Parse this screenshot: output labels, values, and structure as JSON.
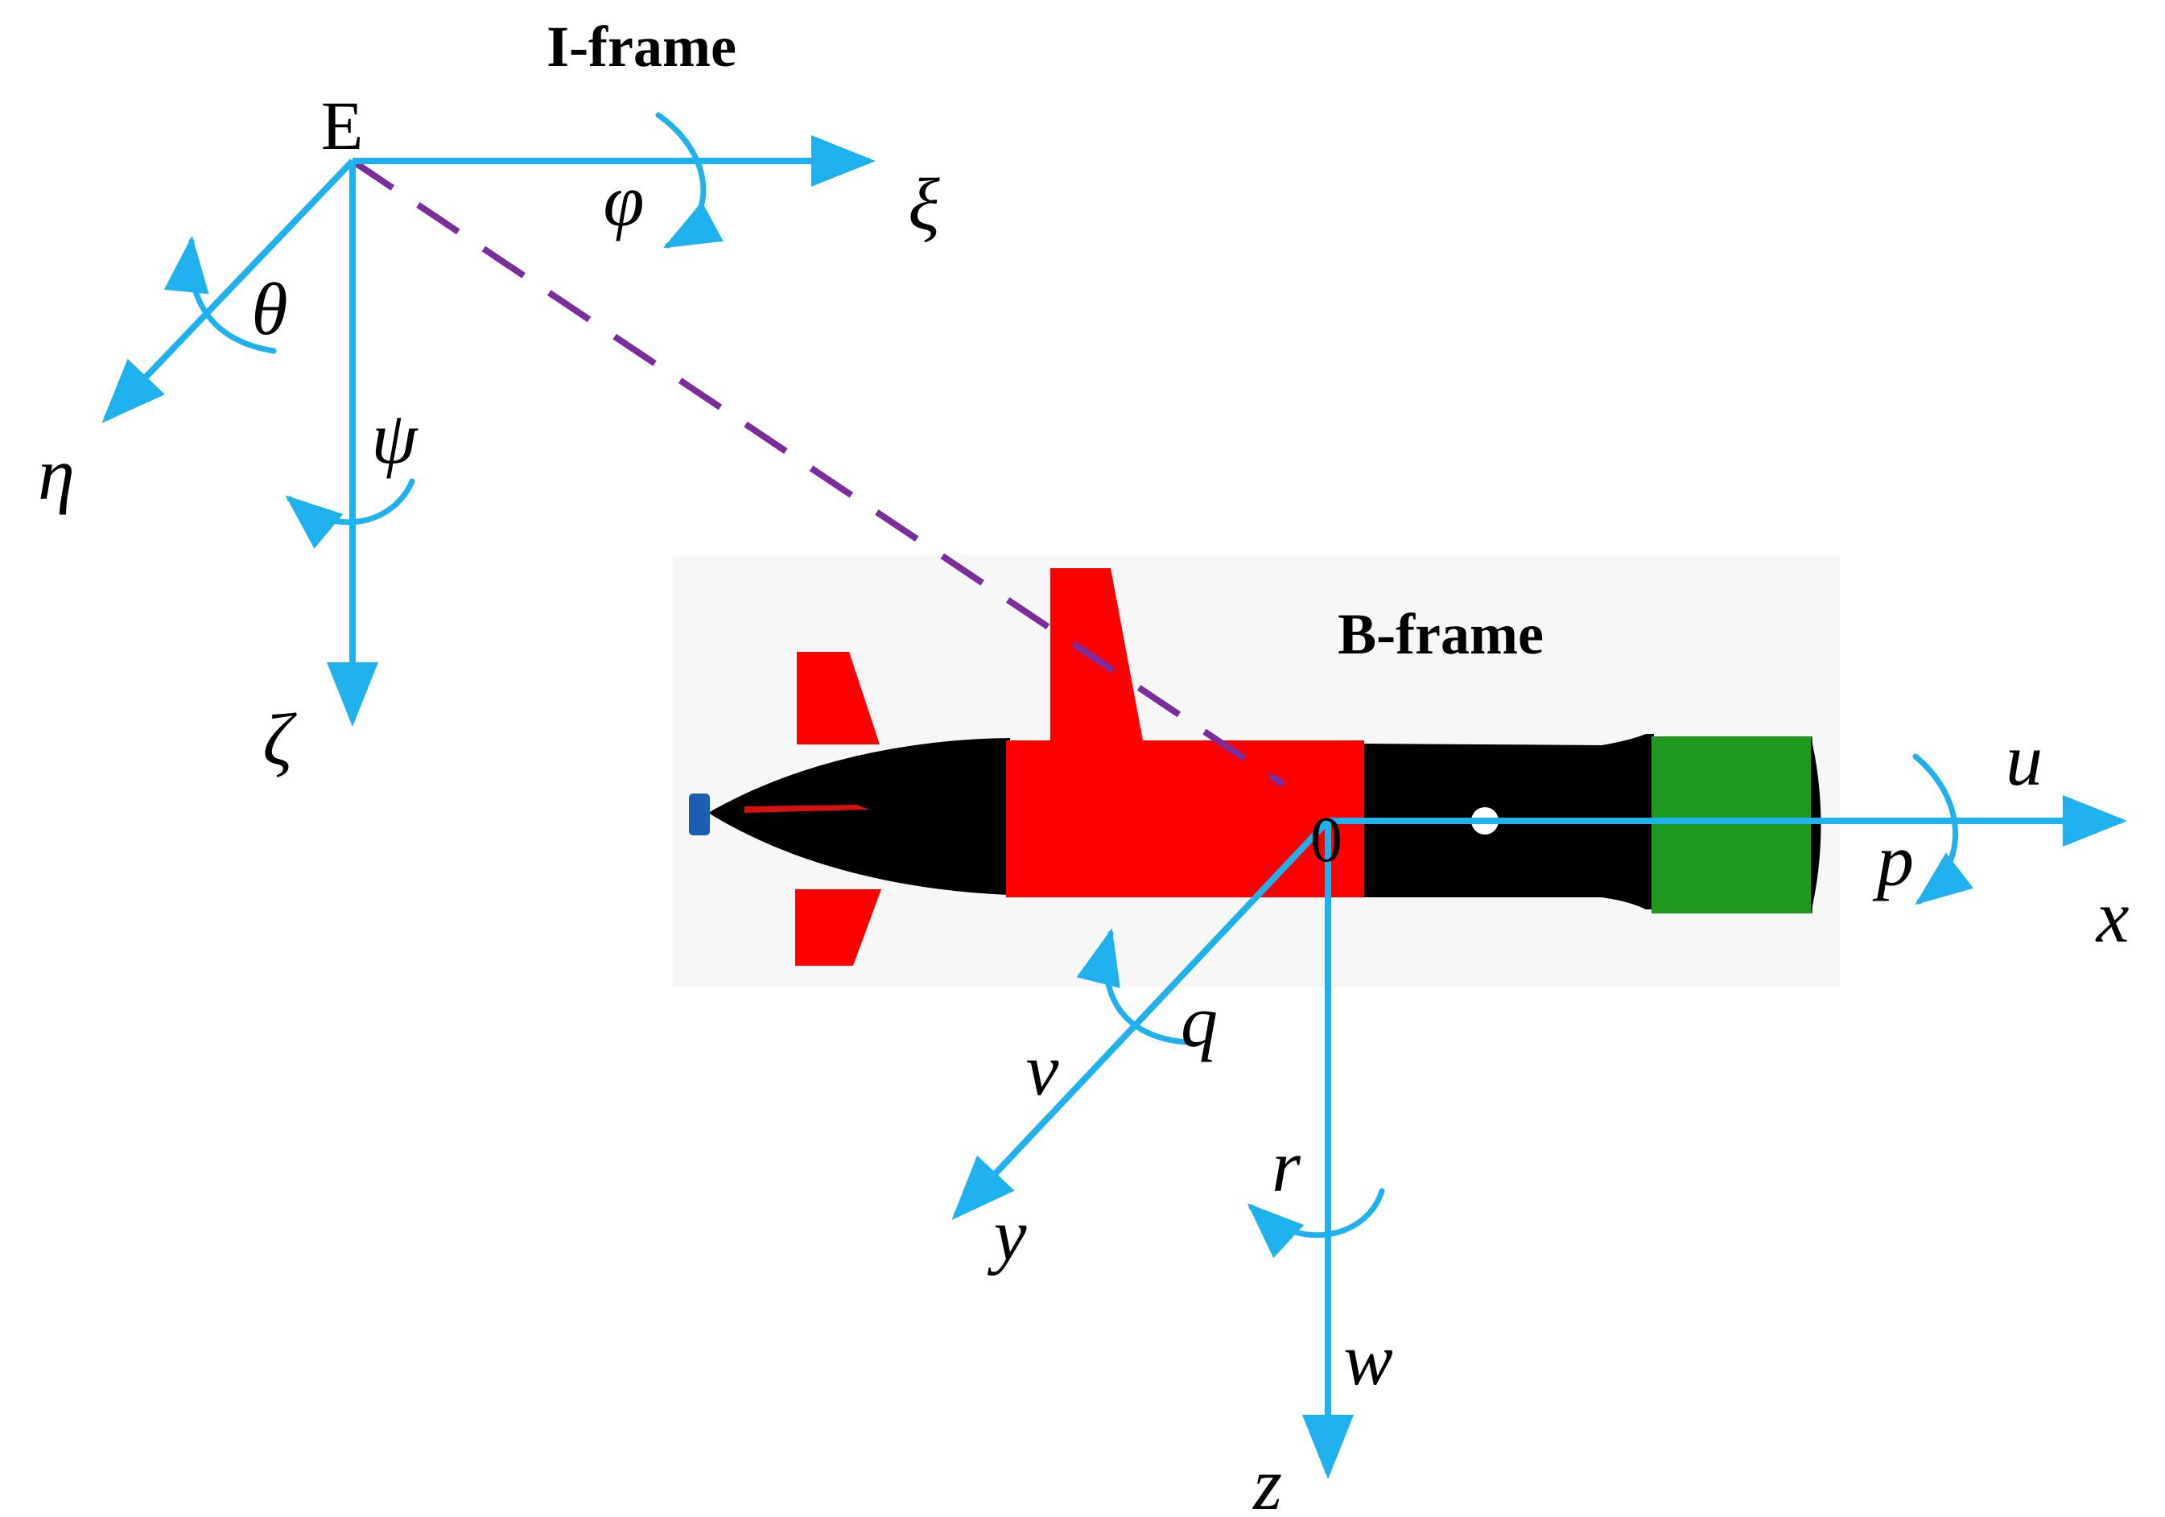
{
  "colors": {
    "axis": "#1fb1ee",
    "connector": "#7b2d9e",
    "vehicle_body": "#000000",
    "vehicle_midsection": "#ff0000",
    "vehicle_fins": "#ff0000",
    "vehicle_tail": "#1f9a1f",
    "vehicle_tip": "#1a5fb4",
    "background_panel": "#f7f7f7"
  },
  "inertial_frame": {
    "title": "I-frame",
    "origin": "E",
    "axes": {
      "xi": "ξ",
      "eta": "η",
      "zeta": "ζ"
    },
    "rotations": {
      "phi": "φ",
      "theta": "θ",
      "psi": "ψ"
    }
  },
  "body_frame": {
    "title": "B-frame",
    "origin": "0",
    "axes": {
      "x": "x",
      "y": "y",
      "z": "z"
    },
    "velocities": {
      "u": "u",
      "v": "v",
      "w": "w"
    },
    "rotations": {
      "p": "p",
      "q": "q",
      "r": "r"
    }
  }
}
